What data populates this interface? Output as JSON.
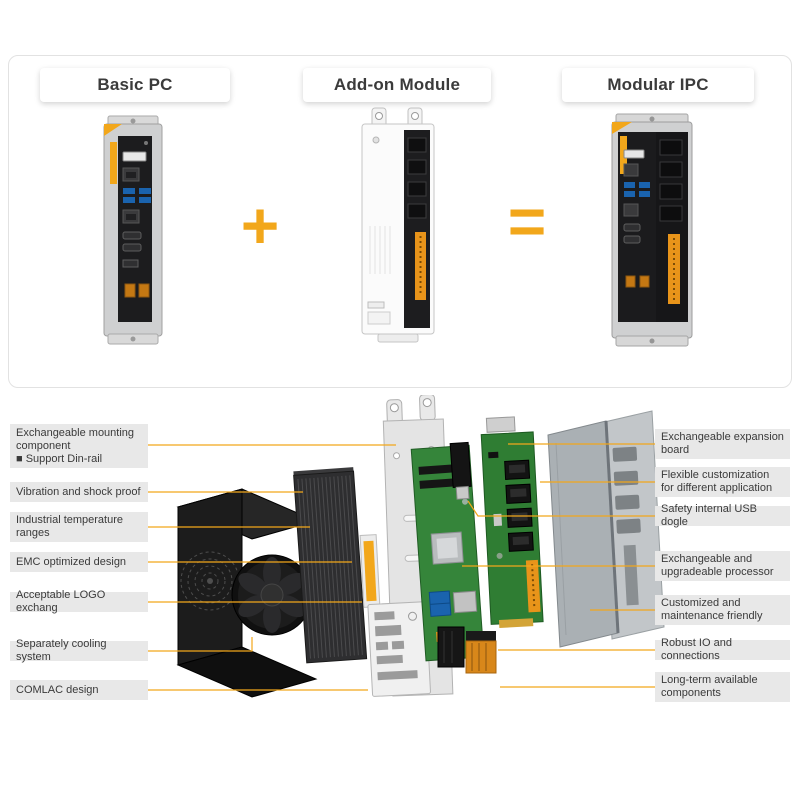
{
  "header": {
    "columns": [
      {
        "label": "Basic PC"
      },
      {
        "label": "Add-on Module"
      },
      {
        "label": "Modular IPC"
      }
    ],
    "plus": "+",
    "equals": "="
  },
  "callouts": {
    "left": [
      {
        "label": "Exchangeable mounting component",
        "sublabel": "■ Support Din-rail"
      },
      {
        "label": "Vibration and shock proof"
      },
      {
        "label": "Industrial temperature ranges"
      },
      {
        "label": "EMC optimized design"
      },
      {
        "label": "Acceptable LOGO exchang"
      },
      {
        "label": "Separately cooling system"
      },
      {
        "label": "COMLAC design"
      }
    ],
    "right": [
      {
        "label": "Exchangeable expansion board"
      },
      {
        "label": "Flexible customization for different application"
      },
      {
        "label": "Safety internal USB dogle"
      },
      {
        "label": "Exchangeable and upgradeable processor"
      },
      {
        "label": "Customized and maintenance friendly"
      },
      {
        "label": "Robust IO and connections"
      },
      {
        "label": "Long-term available components"
      }
    ]
  },
  "colors": {
    "accent_orange": "#F2A71B",
    "label_background": "#E8E8E8",
    "text": "#3B3B3B",
    "pcb_green": "#2F7D33",
    "chassis_black": "#1C1C1C",
    "metal_silver": "#D8D8D8",
    "cover_gray": "#AAB0B4"
  }
}
